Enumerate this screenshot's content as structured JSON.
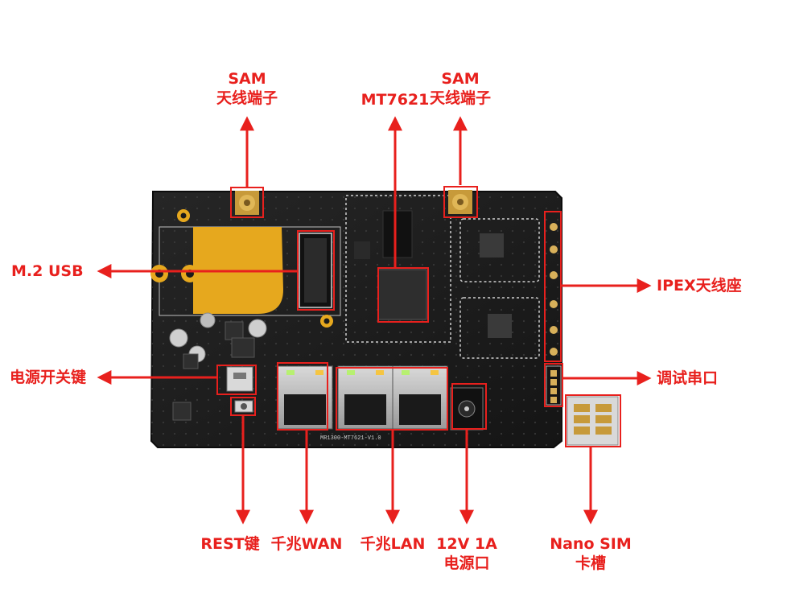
{
  "labels": {
    "sam_left": [
      "SAM",
      "天线端子"
    ],
    "mt7621": [
      "MT7621"
    ],
    "sam_right": [
      "SAM",
      "天线端子"
    ],
    "m2_usb": [
      "M.2 USB"
    ],
    "ipex": [
      "IPEX天线座"
    ],
    "power_switch": [
      "电源开关键"
    ],
    "debug_serial": [
      "调试串口"
    ],
    "rest_key": [
      "REST键"
    ],
    "gigabit_wan": [
      "千兆WAN"
    ],
    "gigabit_lan": [
      "千兆LAN"
    ],
    "power_port": [
      "12V 1A",
      "电源口"
    ],
    "nano_sim": [
      "Nano SIM",
      "卡槽"
    ]
  },
  "board_silkscreen": "MR1300-MT7621-V1.0",
  "colors": {
    "annotation": "#e8201d",
    "board": "#1b1b1b",
    "gold": "#e6a81e"
  }
}
